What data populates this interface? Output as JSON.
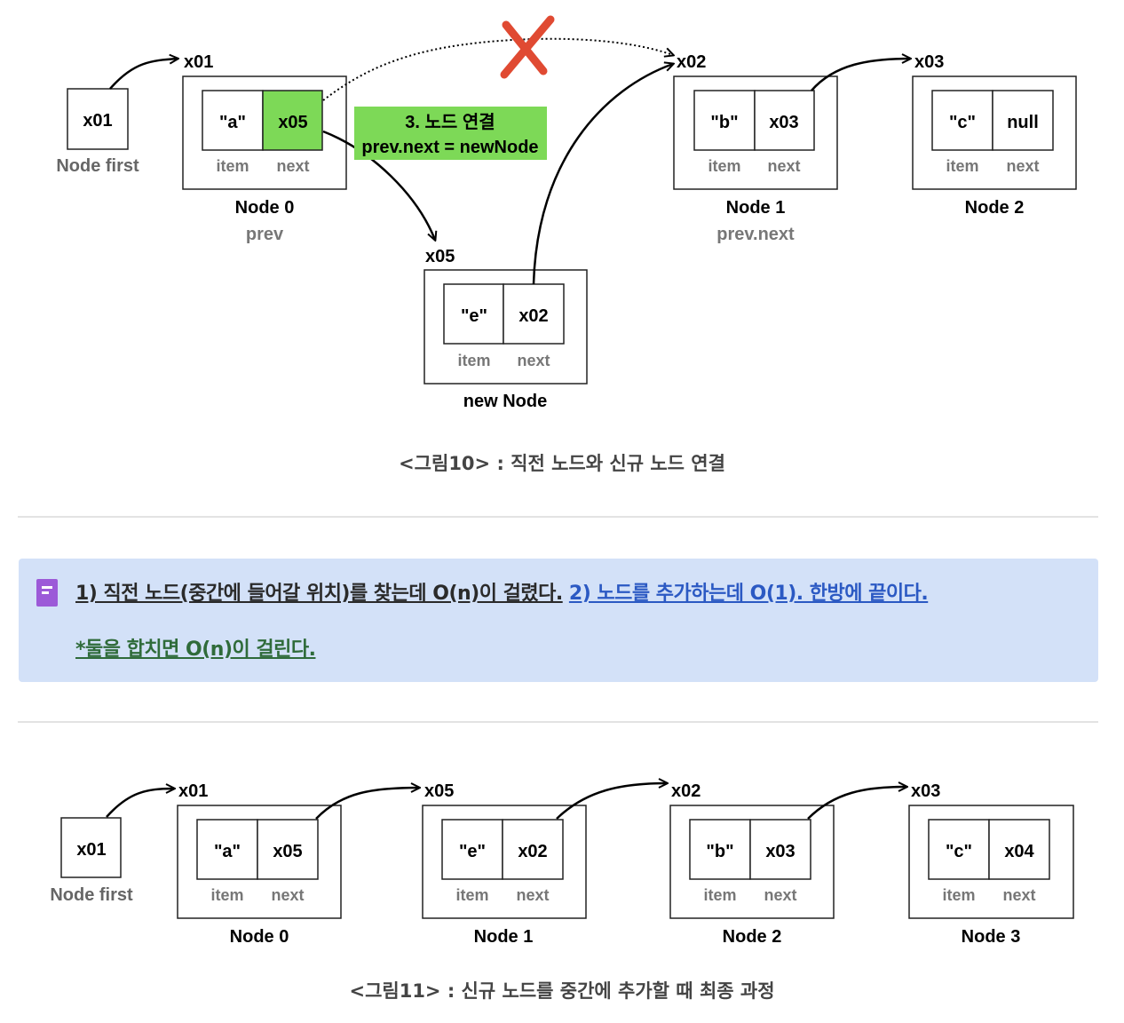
{
  "figure10": {
    "first": {
      "addr": "x01",
      "label": "Node first"
    },
    "nodes": [
      {
        "addr_label": "x01",
        "item": "\"a\"",
        "next": "x05",
        "name": "Node 0",
        "role": "prev",
        "item_label": "item",
        "next_label": "next"
      },
      {
        "addr_label": "x02",
        "item": "\"b\"",
        "next": "x03",
        "name": "Node 1",
        "role": "prev.next",
        "item_label": "item",
        "next_label": "next"
      },
      {
        "addr_label": "x03",
        "item": "\"c\"",
        "next": "null",
        "name": "Node 2",
        "role": "",
        "item_label": "item",
        "next_label": "next"
      }
    ],
    "new_node": {
      "addr_label": "x05",
      "item": "\"e\"",
      "next": "x02",
      "name": "new Node",
      "item_label": "item",
      "next_label": "next"
    },
    "step_label": {
      "line1": "3. 노드 연결",
      "line2": "prev.next = newNode"
    },
    "colors": {
      "highlight": "#7dd957",
      "cross": "#e04a32"
    },
    "caption": "<그림10> : 직전 노드와 신규 노드 연결"
  },
  "callout": {
    "icon": "document-icon",
    "part1": "1) 직전 노드(중간에 들어갈 위치)를 찾는데 O(n)이 걸렸다.",
    "part2": "2) 노드를 추가하는데 O(1). 한방에 끝이다.",
    "part3": "*둘을 합치면 O(n)이 걸린다.",
    "colors": {
      "background": "#d3e1f8",
      "part2": "#2b59c3",
      "part3": "#2f6b3a",
      "icon": "#9c5ad8"
    }
  },
  "figure11": {
    "first": {
      "addr": "x01",
      "label": "Node first"
    },
    "nodes": [
      {
        "addr_label": "x01",
        "item": "\"a\"",
        "next": "x05",
        "name": "Node 0",
        "item_label": "item",
        "next_label": "next"
      },
      {
        "addr_label": "x05",
        "item": "\"e\"",
        "next": "x02",
        "name": "Node 1",
        "item_label": "item",
        "next_label": "next"
      },
      {
        "addr_label": "x02",
        "item": "\"b\"",
        "next": "x03",
        "name": "Node 2",
        "item_label": "item",
        "next_label": "next"
      },
      {
        "addr_label": "x03",
        "item": "\"c\"",
        "next": "x04",
        "name": "Node 3",
        "item_label": "item",
        "next_label": "next"
      }
    ],
    "caption": "<그림11> : 신규 노드를 중간에 추가할 때 최종 과정"
  }
}
